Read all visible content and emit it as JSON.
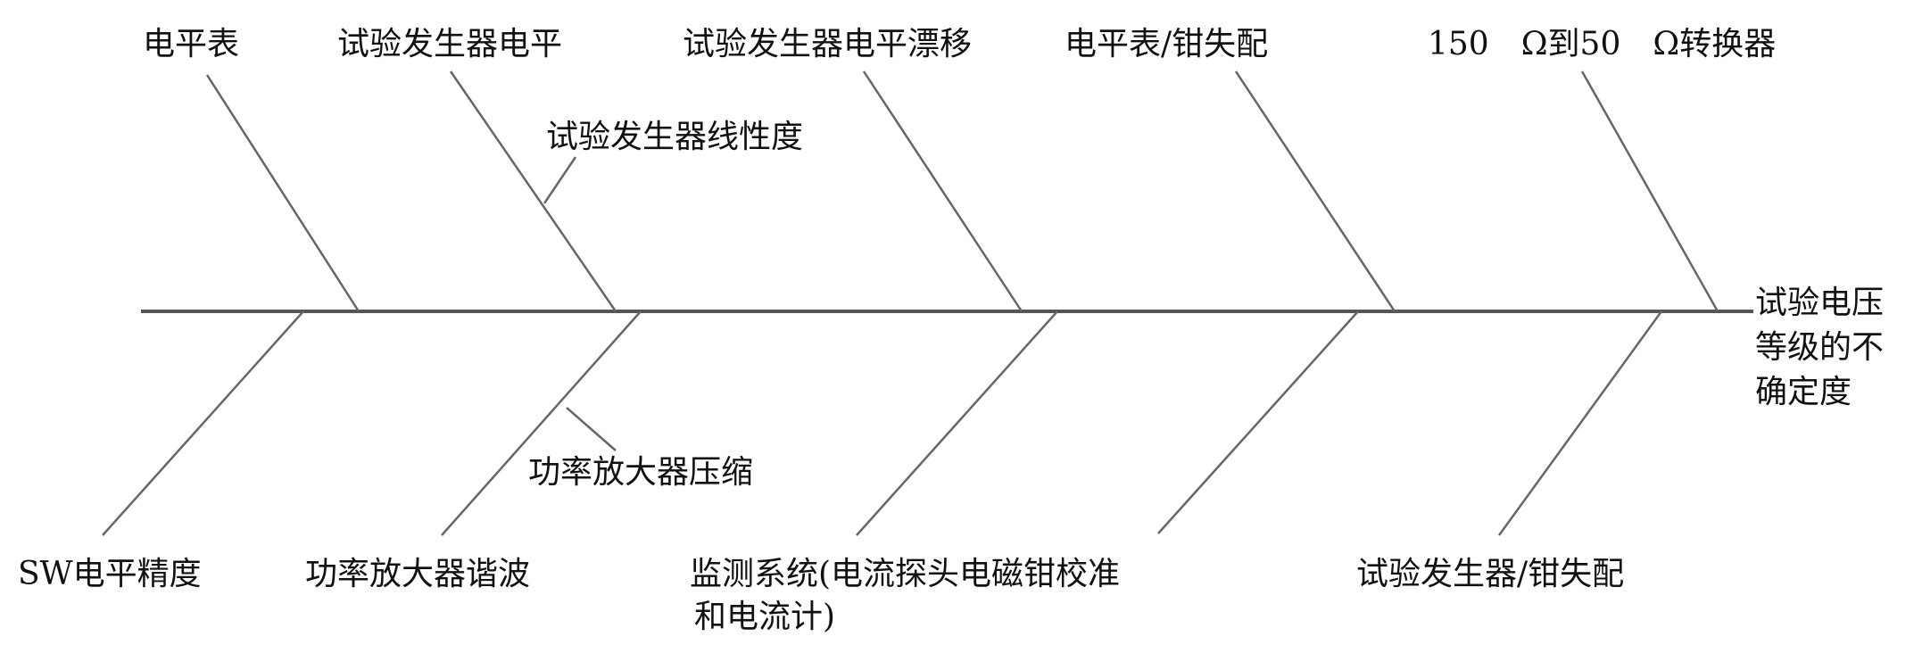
{
  "effect": {
    "lines": [
      "试验电压",
      "等级的不",
      "确定度"
    ]
  },
  "causes": {
    "level_meter": "电平表",
    "generator_level": "试验发生器电平",
    "generator_linearity": "试验发生器线性度",
    "generator_drift": "试验发生器电平漂移",
    "meter_clamp_mismatch": "电平表/钳失配",
    "converter": "150　Ω到50　Ω转换器",
    "sw_level_accuracy": "SW电平精度",
    "amp_harmonics": "功率放大器谐波",
    "amp_compression": "功率放大器压缩",
    "monitoring_line1": "监测系统(电流探头电磁钳校准",
    "monitoring_line2": "和电流计)",
    "generator_clamp_mismatch": "试验发生器/钳失配"
  },
  "colors": {
    "line": "#555555",
    "text": "#111111"
  }
}
